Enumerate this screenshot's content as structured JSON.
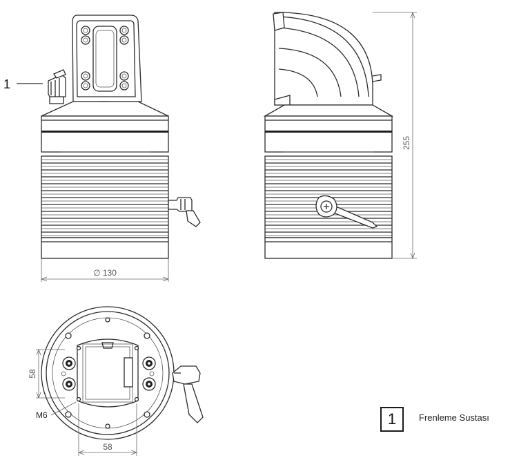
{
  "callouts": [
    {
      "number": "1"
    }
  ],
  "dimensions": {
    "diameter": "∅ 130",
    "height": "255",
    "hole_spacing_vertical": "58",
    "hole_spacing_horizontal": "58",
    "thread": "M6"
  },
  "legend": {
    "number": "1",
    "label": "Frenleme Sustası"
  }
}
